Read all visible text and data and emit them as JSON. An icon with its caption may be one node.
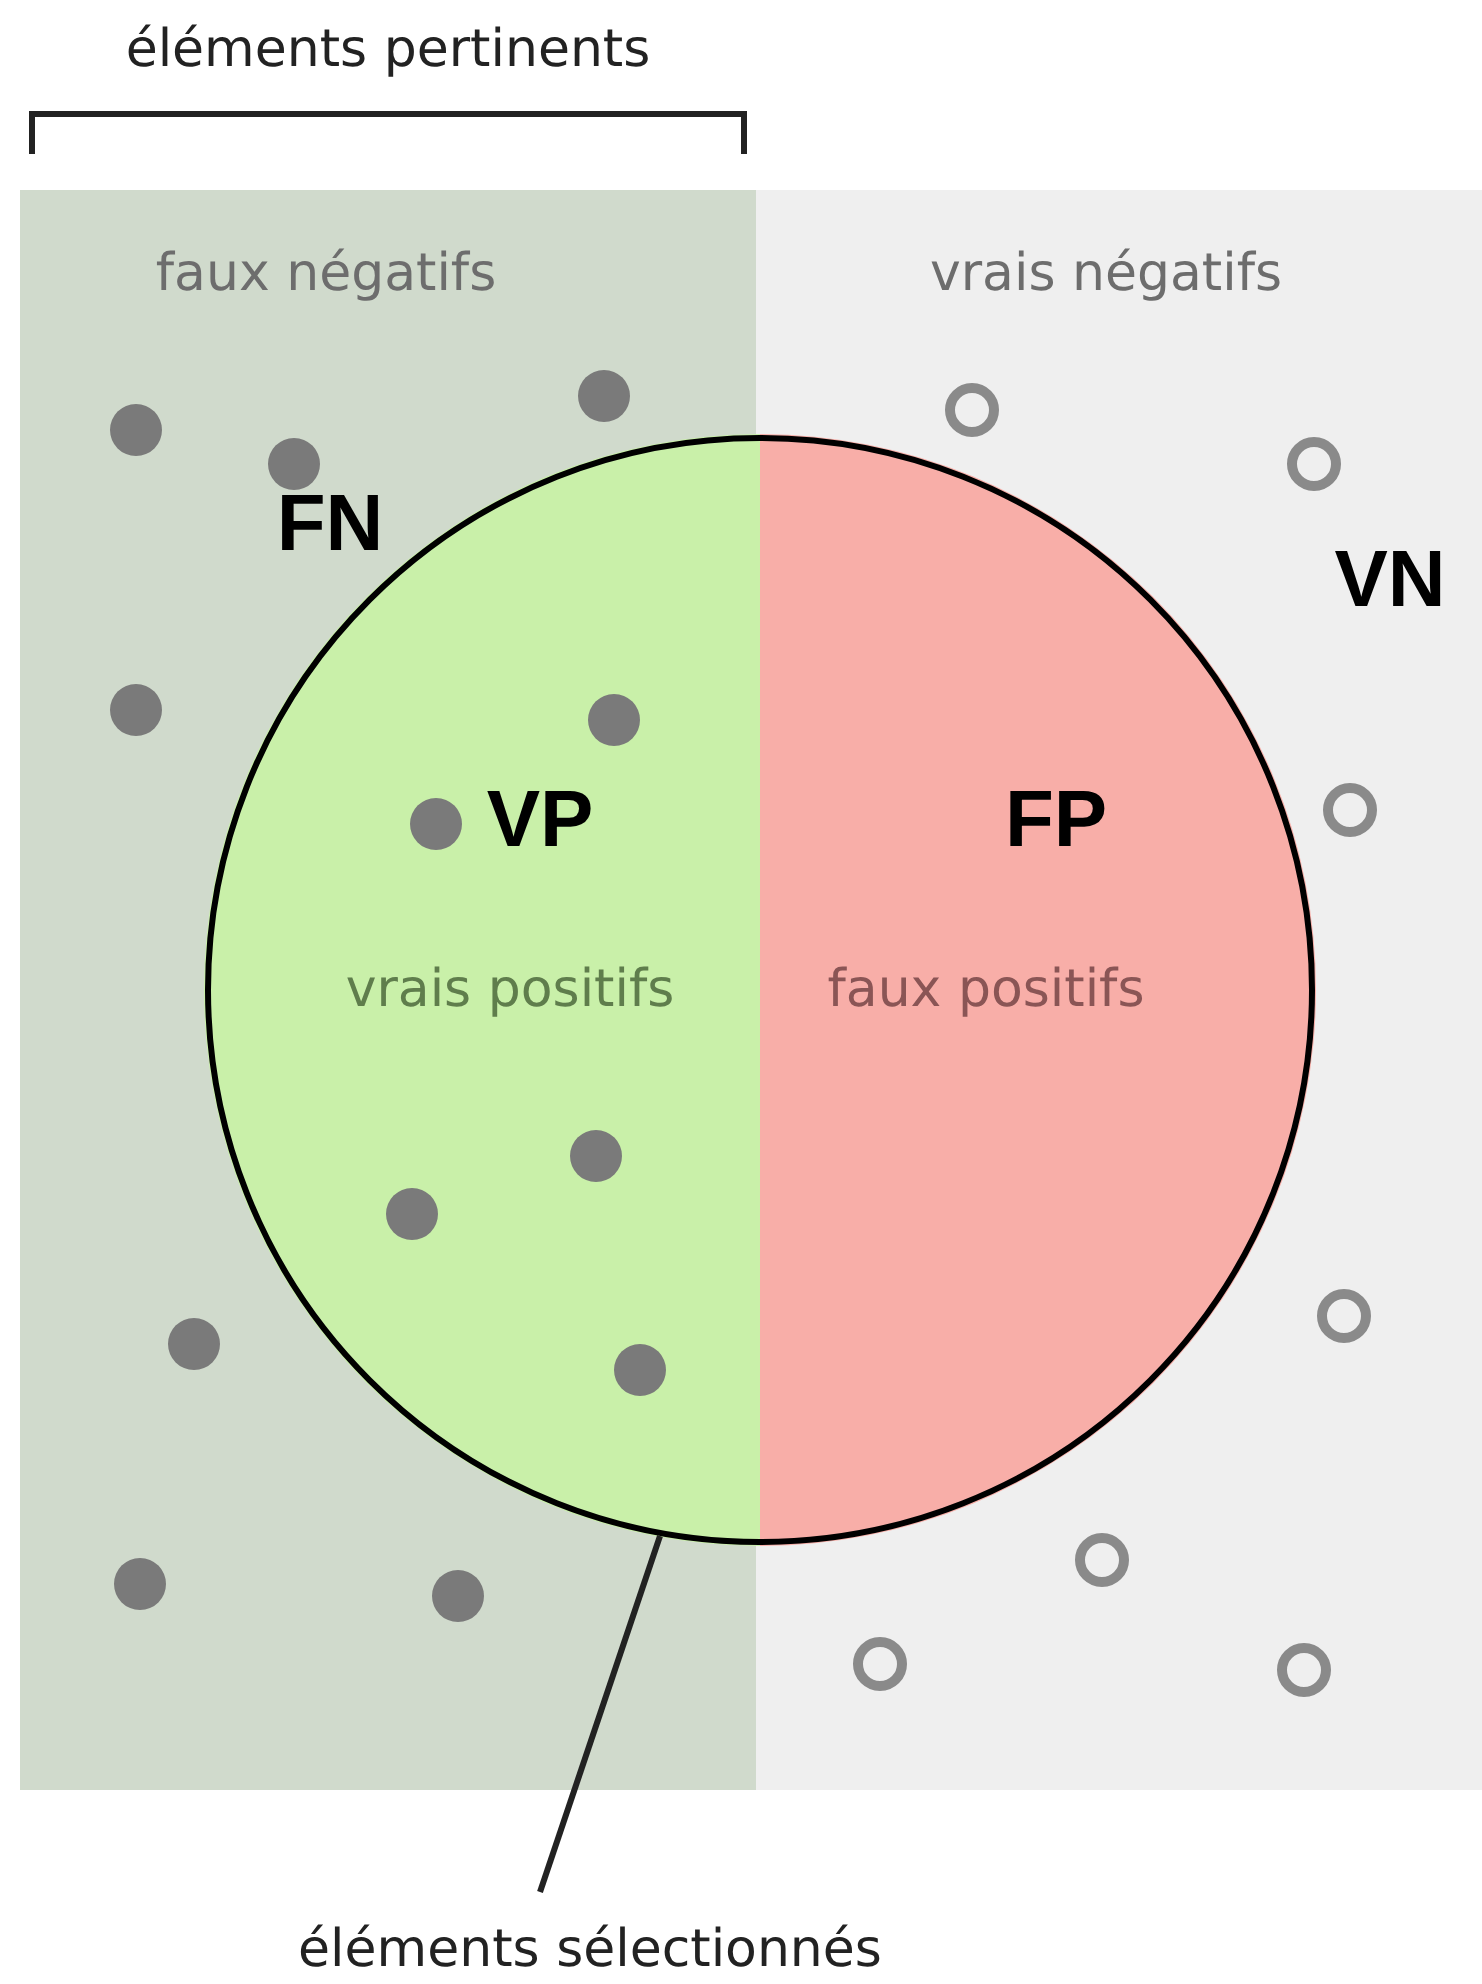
{
  "diagram": {
    "nodes": [
      {
        "text": [
          "faux négatifs",
          "FN"
        ]
      },
      {
        "text": [
          "vrais négatifs",
          "VN"
        ]
      },
      {
        "text": [],
        "shape": "circle"
      },
      {
        "text": [
          "VP",
          "vrais positifs"
        ]
      },
      {
        "text": [
          "FP",
          "faux positifs"
        ]
      },
      {
        "text": [
          "éléments sélectionnés"
        ]
      }
    ],
    "edges": [
      {
        "from": 5,
        "to": 2,
        "arrow": "none"
      }
    ],
    "labels": [
      "éléments pertinents"
    ]
  }
}
